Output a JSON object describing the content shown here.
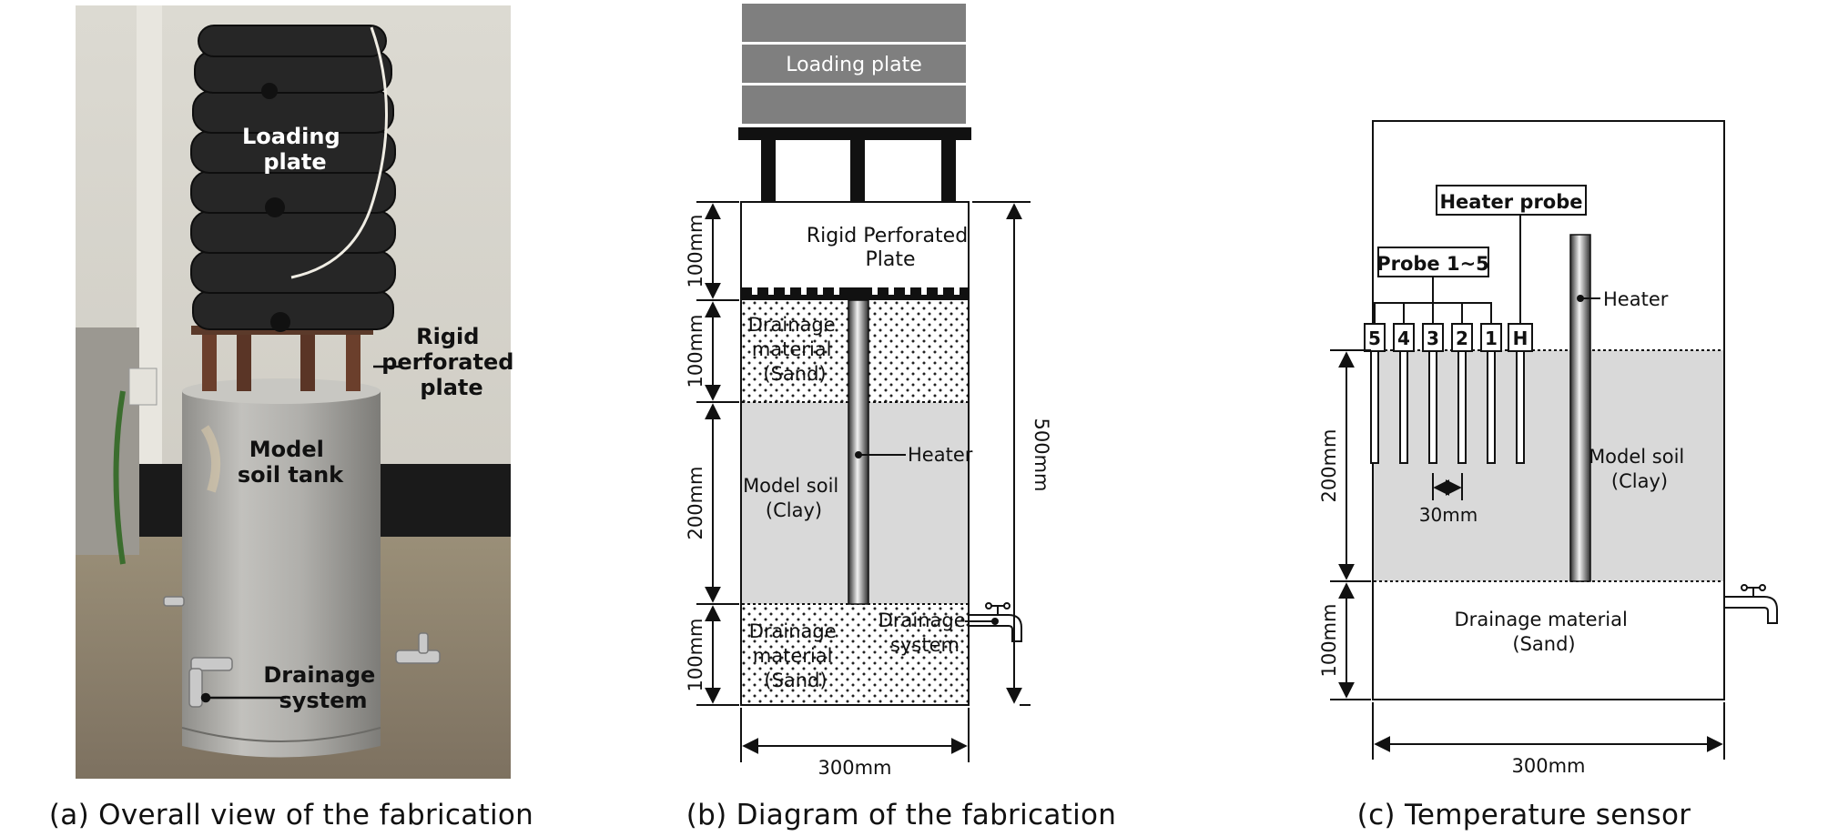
{
  "panel_a": {
    "caption": "(a) Overall view of the fabrication",
    "labels": {
      "loading_plate": [
        "Loading",
        "plate"
      ],
      "rigid_plate": [
        "Rigid",
        "perforated",
        "plate"
      ],
      "model_tank": [
        "Model",
        "soil tank"
      ],
      "drainage": [
        "Drainage",
        "system"
      ]
    }
  },
  "panel_b": {
    "caption": "(b) Diagram of the fabrication",
    "loading_plate": "Loading plate",
    "rigid_plate": [
      "Rigid Perforated",
      "Plate"
    ],
    "drainage_top": [
      "Drainage",
      "material",
      "(Sand)"
    ],
    "model_soil": [
      "Model soil",
      "(Clay)"
    ],
    "heater": "Heater",
    "drainage_bottom": [
      "Drainage",
      "material",
      "(Sand)"
    ],
    "drainage_system": [
      "Drainage",
      "system"
    ],
    "dims": {
      "d1": "100mm",
      "d2": "100mm",
      "d3": "200mm",
      "d4": "100mm",
      "total": "500mm",
      "width": "300mm"
    }
  },
  "panel_c": {
    "caption": "(c) Temperature sensor",
    "heater_probe": "Heater probe",
    "probe_range": "Probe 1~5",
    "heater": "Heater",
    "probes": [
      "5",
      "4",
      "3",
      "2",
      "1",
      "H"
    ],
    "model_soil": [
      "Model soil",
      "(Clay)"
    ],
    "spacing": "30mm",
    "drainage": [
      "Drainage material",
      "(Sand)"
    ],
    "dims": {
      "d1": "200mm",
      "d2": "100mm",
      "width": "300mm"
    }
  },
  "colors": {
    "soil_gray": "#d9d9d9",
    "plate_gray": "#7f7f7f",
    "ink": "#111111",
    "photo_tank": "#a9a8a4",
    "photo_weights": "#2b2b2b"
  }
}
